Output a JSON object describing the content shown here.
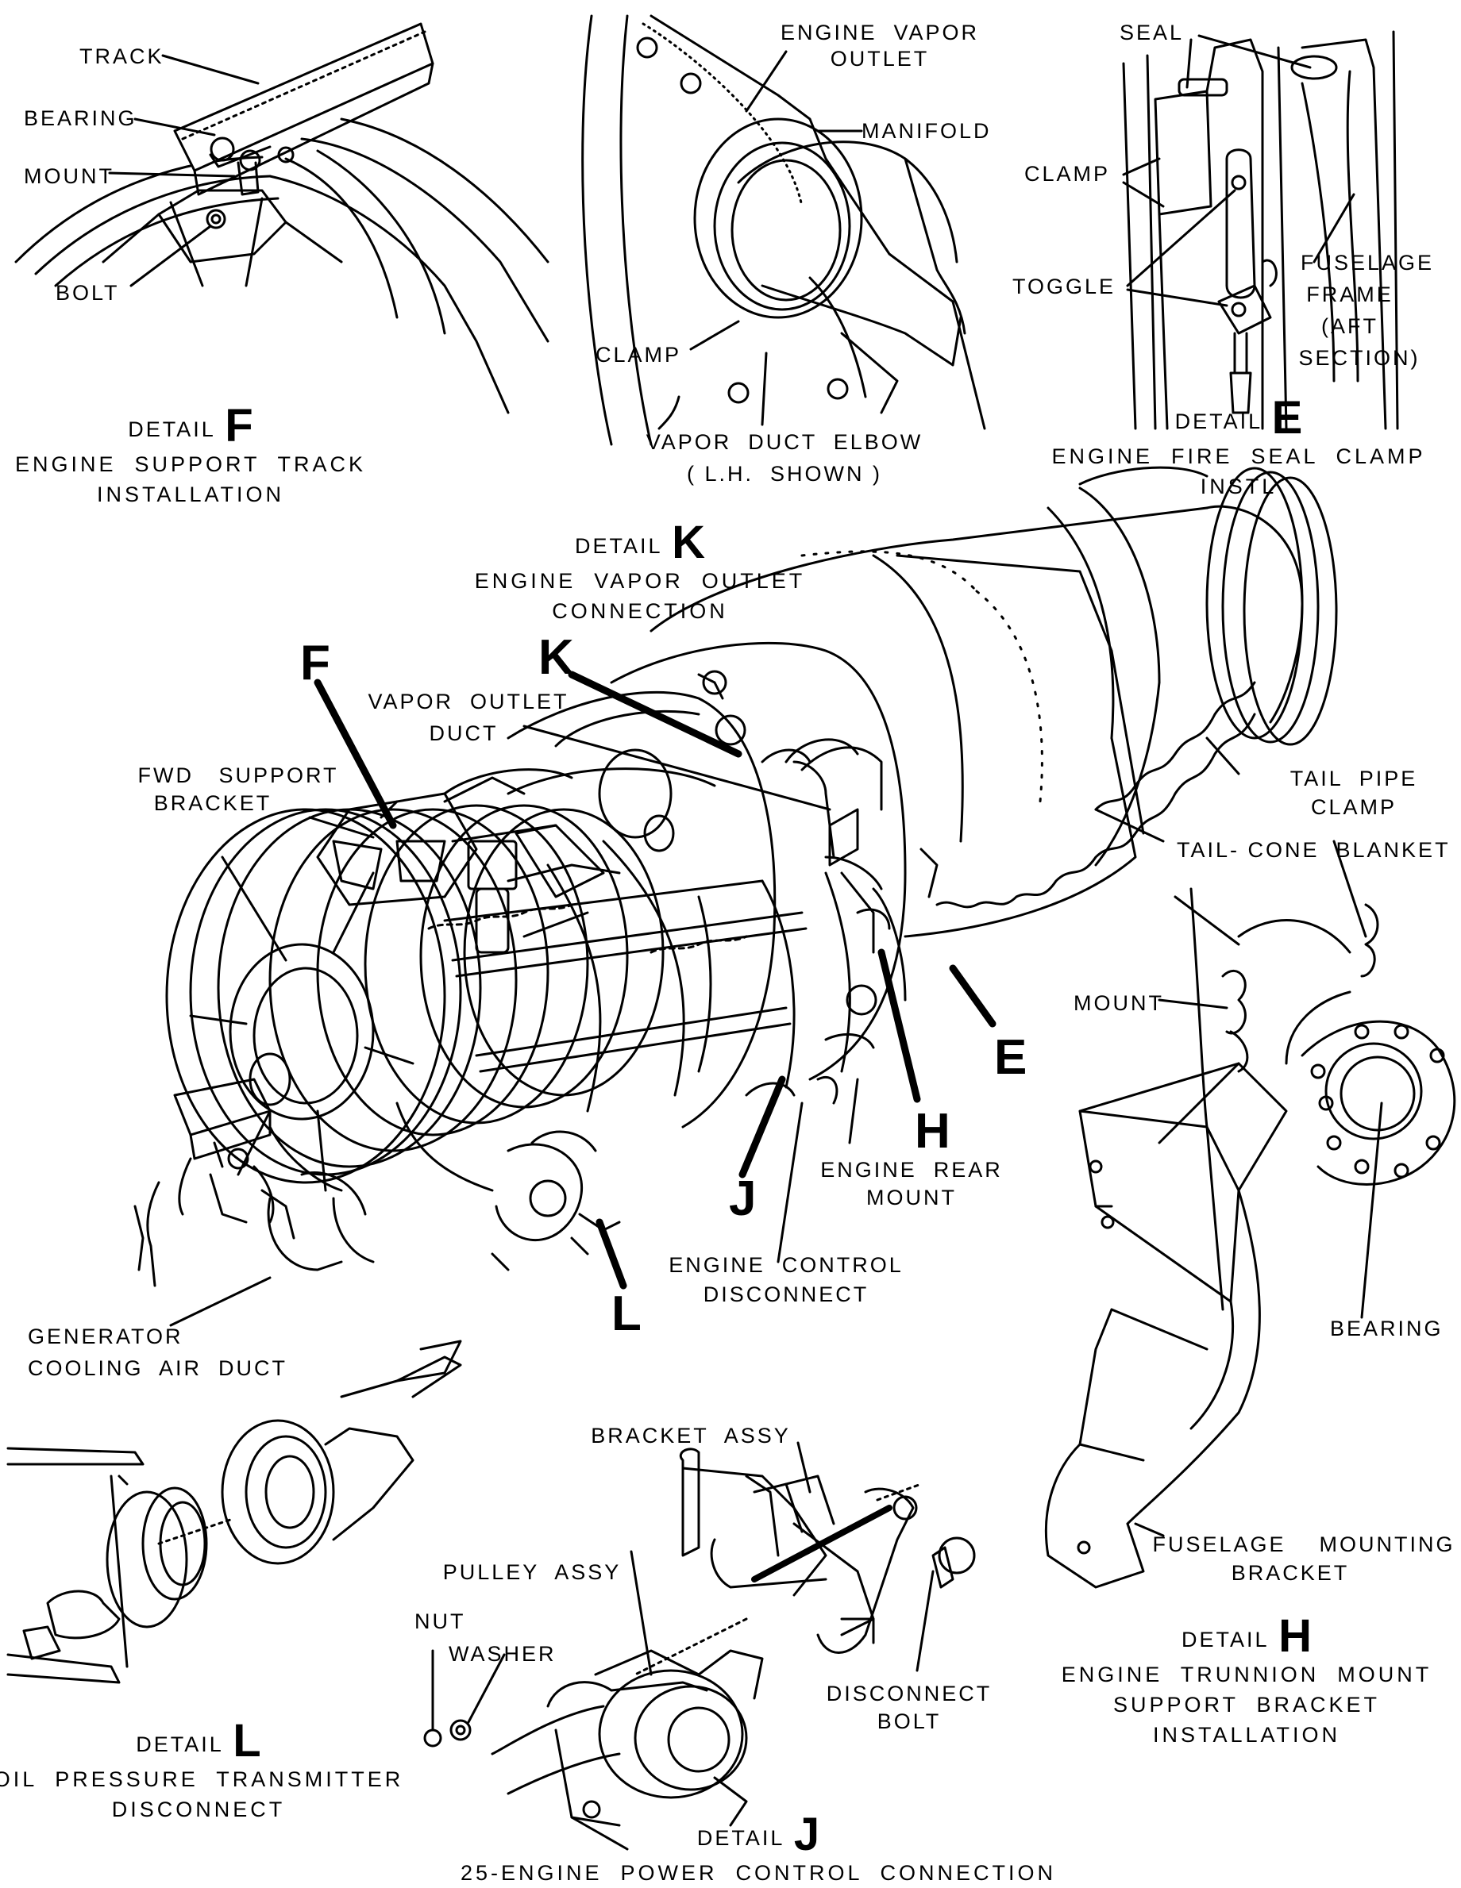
{
  "details": {
    "F": {
      "letter": "F",
      "title": "ENGINE  SUPPORT  TRACK",
      "subtitle": "INSTALLATION"
    },
    "K": {
      "letter": "K",
      "title": "ENGINE  VAPOR  OUTLET",
      "subtitle": "CONNECTION"
    },
    "E": {
      "letter": "E",
      "title": "ENGINE  FIRE  SEAL  CLAMP",
      "subtitle": "INSTL"
    },
    "H": {
      "letter": "H",
      "title": "ENGINE  TRUNNION  MOUNT",
      "subtitle": "SUPPORT  BRACKET",
      "line3": "INSTALLATION"
    },
    "L": {
      "letter": "L",
      "title": "OIL  PRESSURE  TRANSMITTER",
      "subtitle": "DISCONNECT"
    },
    "J": {
      "letter": "J",
      "title": "25-ENGINE  POWER  CONTROL  CONNECTION"
    }
  },
  "detail_word": "DETAIL",
  "labels": {
    "track": "TRACK",
    "bearing_f": "BEARING",
    "mount_f": "MOUNT",
    "bolt": "BOLT",
    "engine_vapor_outlet_1": "ENGINE  VAPOR",
    "engine_vapor_outlet_2": "OUTLET",
    "manifold": "MANIFOLD",
    "clamp_k": "CLAMP",
    "vapor_duct_elbow": "VAPOR  DUCT  ELBOW",
    "lh_shown": "( L.H.  SHOWN )",
    "seal": "SEAL",
    "clamp_e": "CLAMP",
    "toggle": "TOGGLE",
    "fuselage_frame_1": "FUSELAGE",
    "fuselage_frame_2": "FRAME",
    "fuselage_frame_3": "(AFT",
    "fuselage_frame_4": "SECTION)",
    "vapor_outlet_duct_1": "VAPOR  OUTLET",
    "vapor_outlet_duct_2": "DUCT",
    "fwd_support_1": "FWD   SUPPORT",
    "fwd_support_2": "BRACKET",
    "tail_pipe_1": "TAIL  PIPE",
    "tail_pipe_2": "CLAMP",
    "tail_cone": "TAIL- CONE  BLANKET",
    "mount_h": "MOUNT",
    "bearing_h": "BEARING",
    "engine_rear_1": "ENGINE  REAR",
    "engine_rear_2": "MOUNT",
    "engine_control_1": "ENGINE  CONTROL",
    "engine_control_2": "DISCONNECT",
    "generator_1": "GENERATOR",
    "generator_2": "COOLING  AIR  DUCT",
    "bracket_assy": "BRACKET  ASSY",
    "pulley_assy": "PULLEY  ASSY",
    "nut": "NUT",
    "washer": "WASHER",
    "disconnect_bolt_1": "DISCONNECT",
    "disconnect_bolt_2": "BOLT",
    "fuselage_mounting_1": "FUSELAGE    MOUNTING",
    "fuselage_mounting_2": "BRACKET"
  },
  "callouts": {
    "F": "F",
    "K": "K",
    "E": "E",
    "H": "H",
    "J": "J",
    "L": "L"
  }
}
